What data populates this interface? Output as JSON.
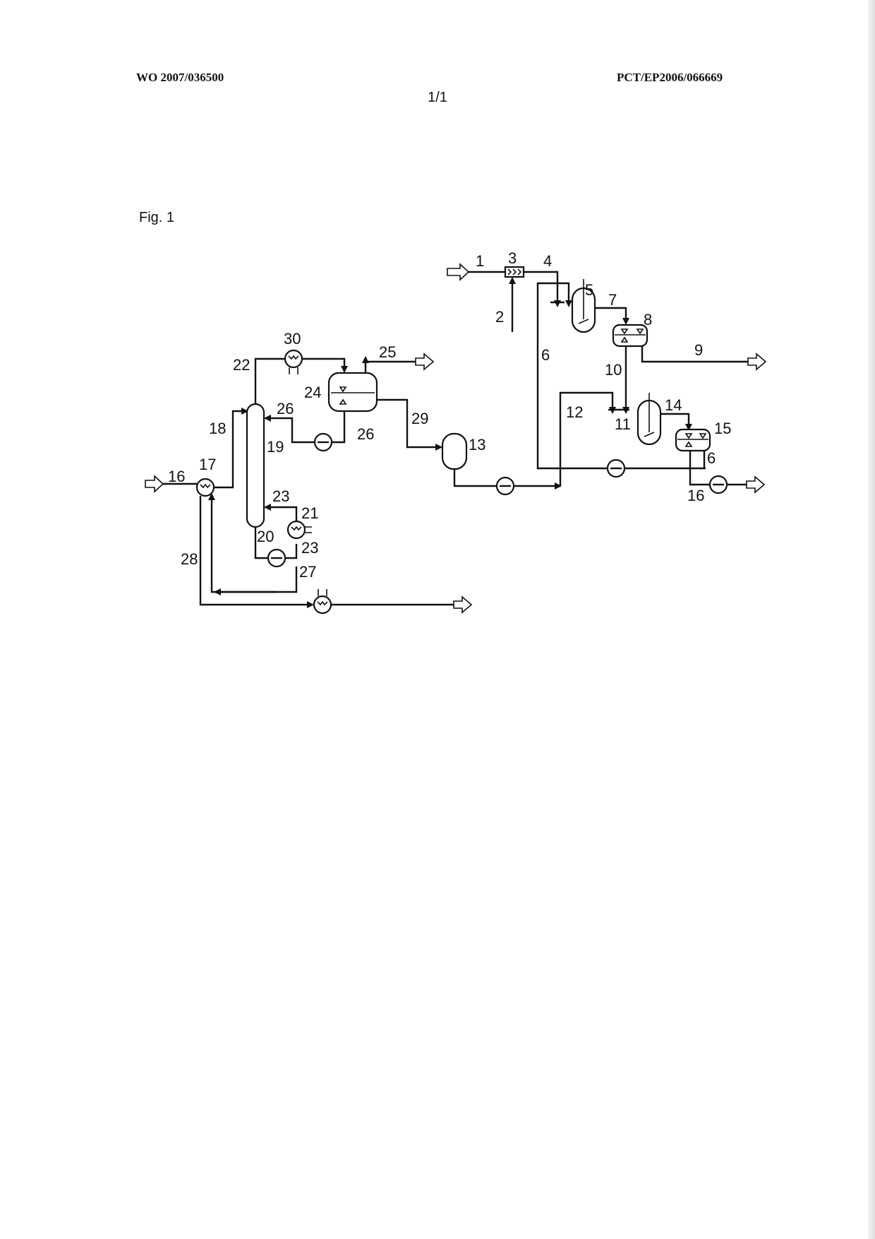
{
  "header": {
    "publication_number": "WO 2007/036500",
    "application_number": "PCT/EP2006/066669",
    "sheet": "1/1"
  },
  "figure": {
    "caption": "Fig. 1",
    "stream_labels": {
      "s1": "1",
      "s2": "2",
      "s3": "3",
      "s4": "4",
      "s5": "5",
      "s6a": "6",
      "s7": "7",
      "s8": "8",
      "s9": "9",
      "s10": "10",
      "s11": "11",
      "s12": "12",
      "s13": "13",
      "s14": "14",
      "s15": "15",
      "s6b": "6",
      "s16a": "16",
      "s16b": "16",
      "s17": "17",
      "s18": "18",
      "s19": "19",
      "s20": "20",
      "s21": "21",
      "s22": "22",
      "s23a": "23",
      "s23b": "23",
      "s24": "24",
      "s25": "25",
      "s26a": "26",
      "s26b": "26",
      "s27": "27",
      "s28": "28",
      "s29": "29",
      "s30": "30"
    }
  }
}
